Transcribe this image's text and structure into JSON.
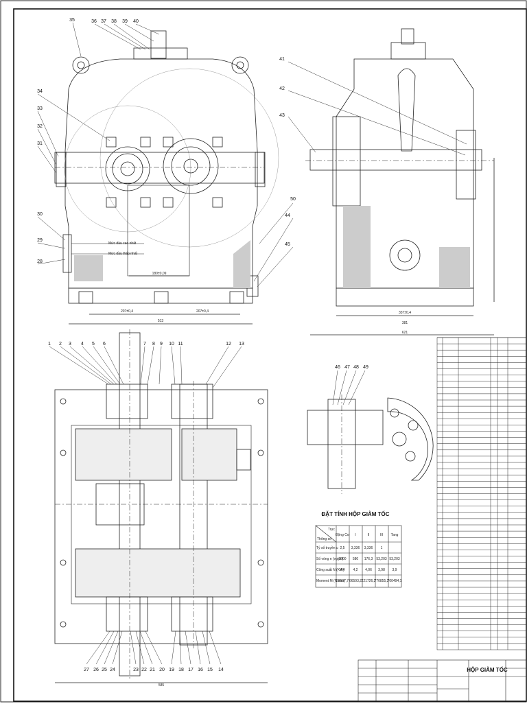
{
  "front_view": {
    "balloons": [
      "35",
      "36",
      "37",
      "38",
      "39",
      "40",
      "34",
      "33",
      "32",
      "31",
      "30",
      "29",
      "28",
      "50",
      "44",
      "45"
    ],
    "oil_high": "Mức dầu cao nhất",
    "oil_low": "Mức dầu thấp nhất",
    "dims": [
      "180±0,09",
      "207±0,4",
      "207±0,4",
      "513"
    ]
  },
  "side_view": {
    "balloons": [
      "41",
      "42",
      "43"
    ],
    "dims": [
      "337±0,4",
      "381",
      "621"
    ]
  },
  "plan_view": {
    "balloons_top": [
      "1",
      "2",
      "3",
      "4",
      "5",
      "6",
      "7",
      "8",
      "9",
      "10",
      "11",
      "12",
      "13"
    ],
    "balloons_bottom": [
      "27",
      "26",
      "25",
      "24",
      "23",
      "22",
      "21",
      "20",
      "19",
      "18",
      "17",
      "16",
      "15",
      "14"
    ],
    "bottom_dim": "585"
  },
  "coupling_detail": {
    "balloons": [
      "46",
      "47",
      "48",
      "49"
    ]
  },
  "spec_table": {
    "title": "ĐẶT TÍNH HỘP GIẢM TỐC",
    "corner_top": "Trục",
    "corner_bottom": "Thông số",
    "columns": [
      "Động Cơ",
      "I",
      "II",
      "III",
      "Tang"
    ],
    "rows": [
      {
        "label": "Tỷ số truyền u",
        "values": [
          "2,5",
          "3,336",
          "3,336",
          "1"
        ]
      },
      {
        "label": "Số vòng n (vg/ph)",
        "values": [
          "1000",
          "580",
          "176,3",
          "53,203",
          "53,203"
        ]
      },
      {
        "label": "Công suất N (KW)",
        "values": [
          "4,4",
          "4,2",
          "4,06",
          "3,98",
          "3,9"
        ]
      },
      {
        "label": "Moment M (N.mm)",
        "values": [
          "29537,7",
          "66593,2",
          "221726,2",
          "770855,2",
          "700494,1"
        ]
      }
    ]
  },
  "title_block": {
    "title": "HỘP GIẢM TỐC"
  }
}
